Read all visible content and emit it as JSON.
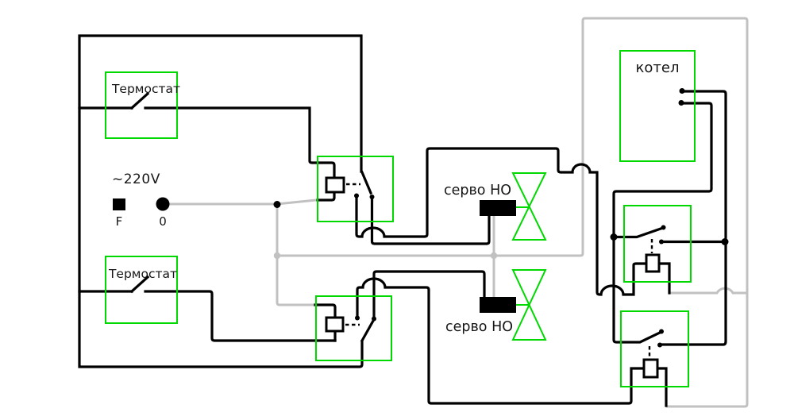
{
  "diagram": {
    "labels": {
      "thermostat1": "Термостат",
      "thermostat2": "Термостат",
      "voltage": "~220V",
      "phase_terminal": "F",
      "neutral_terminal": "0",
      "servo1": "серво НО",
      "servo2": "серво НО",
      "boiler": "котел"
    },
    "colors": {
      "wire": "#000000",
      "neutral_wire": "#c1c1c1",
      "component_box": "#00d900",
      "text": "#161616",
      "background": "#ffffff"
    }
  }
}
